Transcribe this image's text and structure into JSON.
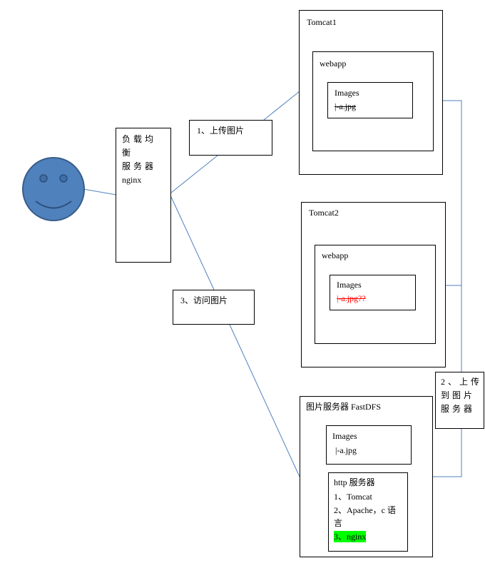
{
  "load_balancer": {
    "line1": "负载均衡",
    "line2": "服务器",
    "line3": "nginx"
  },
  "step1": {
    "label": "1、上传图片"
  },
  "step2": {
    "line1": "2、上传",
    "line2": "到图片",
    "line3": "服务器"
  },
  "step3": {
    "label": "3、访问图片"
  },
  "tomcat1": {
    "title": "Tomcat1",
    "webapp": "webapp",
    "images": "Images",
    "file": "|-a.jpg"
  },
  "tomcat2": {
    "title": "Tomcat2",
    "webapp": "webapp",
    "images": "Images",
    "file": "|-a.jpg??"
  },
  "fastdfs": {
    "title": "图片服务器 FastDFS",
    "images": "Images",
    "file": "|-a.jpg",
    "http_title": "http 服务器",
    "item1": "1、Tomcat",
    "item2a": "2、Apache，c 语",
    "item2b": "言",
    "item3": "3、nginx"
  },
  "colors": {
    "line": "#4f81bd",
    "face_fill": "#4f81bd",
    "face_stroke": "#385d8a",
    "highlight": "#00ff00",
    "warning_text": "#ff0000"
  },
  "icons": {
    "user": "smiley-face-icon"
  }
}
